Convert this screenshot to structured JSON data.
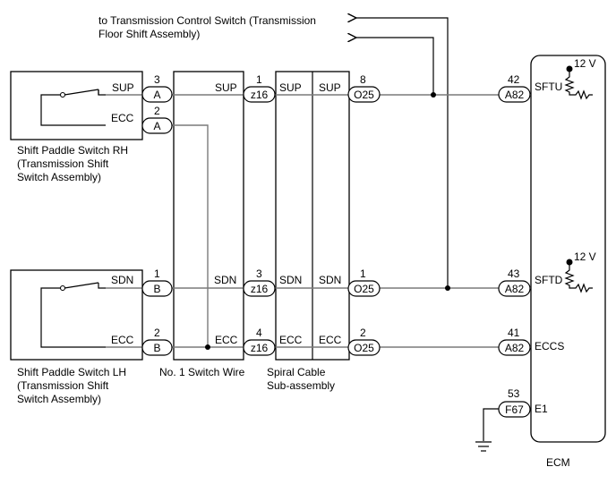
{
  "top_note": {
    "line1": "to Transmission Control Switch (Transmission",
    "line2": "Floor Shift Assembly)"
  },
  "components": {
    "rh": {
      "line1": "Shift Paddle Switch RH",
      "line2": "(Transmission Shift",
      "line3": "Switch Assembly)"
    },
    "lh": {
      "line1": "Shift Paddle Switch LH",
      "line2": "(Transmission Shift",
      "line3": "Switch Assembly)"
    },
    "switch_wire": "No. 1 Switch Wire",
    "spiral": {
      "line1": "Spiral Cable",
      "line2": "Sub-assembly"
    },
    "ecm": "ECM"
  },
  "signals": {
    "sup": "SUP",
    "ecc": "ECC",
    "sdn": "SDN",
    "sftu": "SFTU",
    "sftd": "SFTD",
    "eccs": "ECCS",
    "e1": "E1",
    "v12": "12 V"
  },
  "connectors": {
    "A": "A",
    "B": "B",
    "z16": "z16",
    "O25": "O25",
    "A82": "A82",
    "F67": "F67"
  },
  "pins": {
    "rh_sup": "3",
    "rh_ecc": "2",
    "lh_sdn": "1",
    "lh_ecc": "2",
    "z16_sup": "1",
    "z16_sdn": "3",
    "z16_ecc": "4",
    "o25_sup": "8",
    "o25_sdn": "1",
    "o25_ecc": "2",
    "a82_sftu": "42",
    "a82_sftd": "43",
    "a82_eccs": "41",
    "f67_e1": "53"
  }
}
